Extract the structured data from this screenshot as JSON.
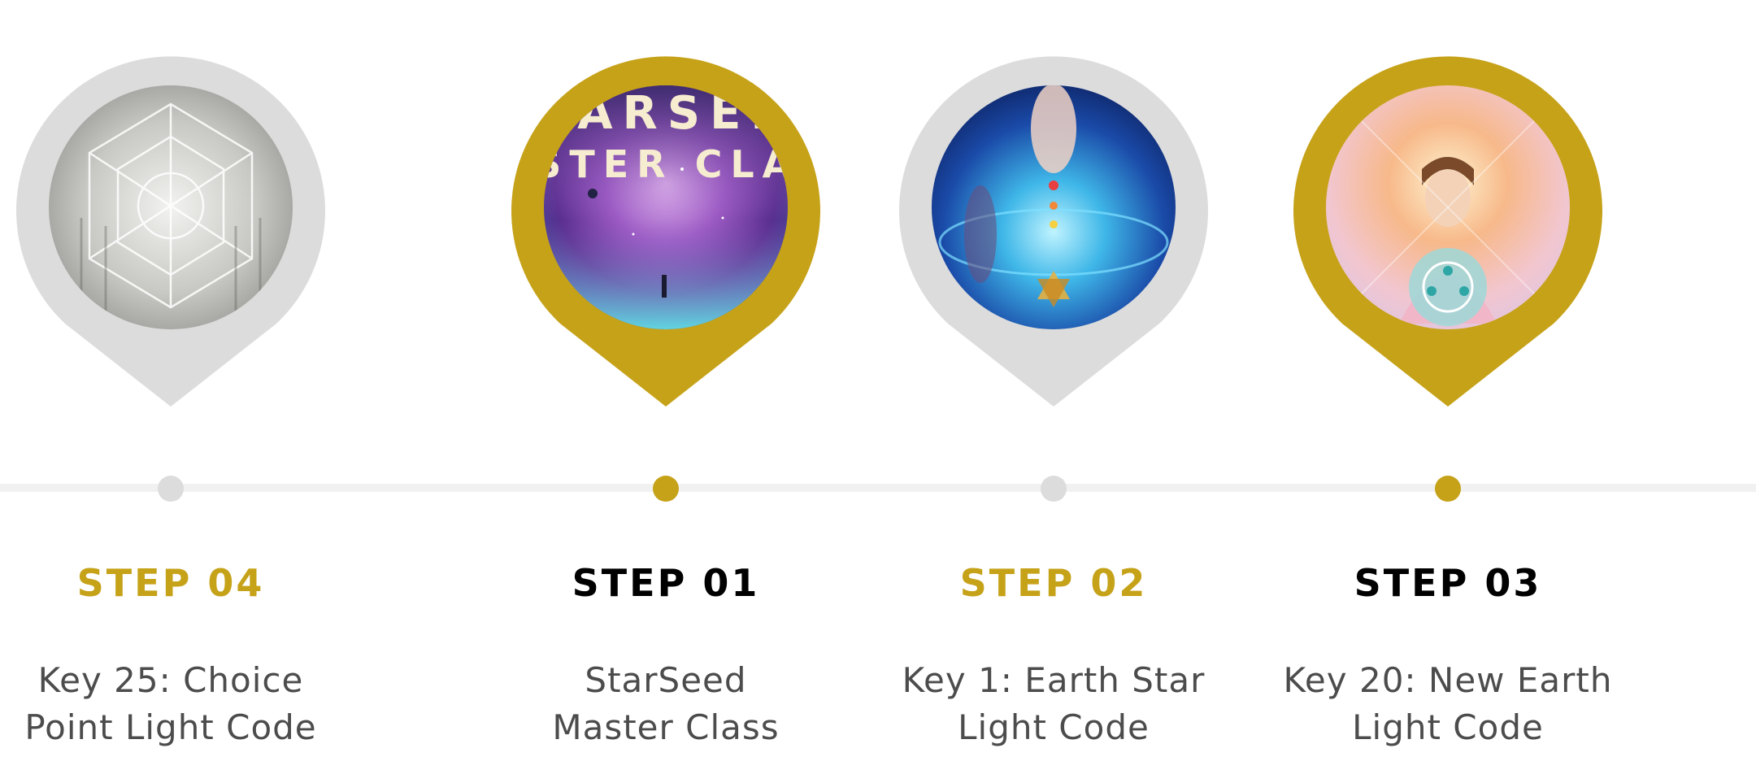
{
  "colors": {
    "accent": "#c6a219",
    "muted": "#dcdcdc",
    "text": "#4c4c4c"
  },
  "steps": [
    {
      "title": "STEP 01",
      "desc_line1": "StarSeed",
      "desc_line2": "Master Class",
      "image_text": "STARSEED MASTER CLASS",
      "pin_color": "gold",
      "title_color": "black"
    },
    {
      "title": "STEP 02",
      "desc_line1": "Key 1: Earth Star",
      "desc_line2": "Light Code",
      "pin_color": "gray",
      "title_color": "gold"
    },
    {
      "title": "STEP 03",
      "desc_line1": "Key 20: New Earth",
      "desc_line2": "Light Code",
      "pin_color": "gold",
      "title_color": "black"
    },
    {
      "title": "STEP 04",
      "desc_line1": "Key 25: Choice",
      "desc_line2": "Point Light Code",
      "pin_color": "gray",
      "title_color": "gold"
    }
  ]
}
